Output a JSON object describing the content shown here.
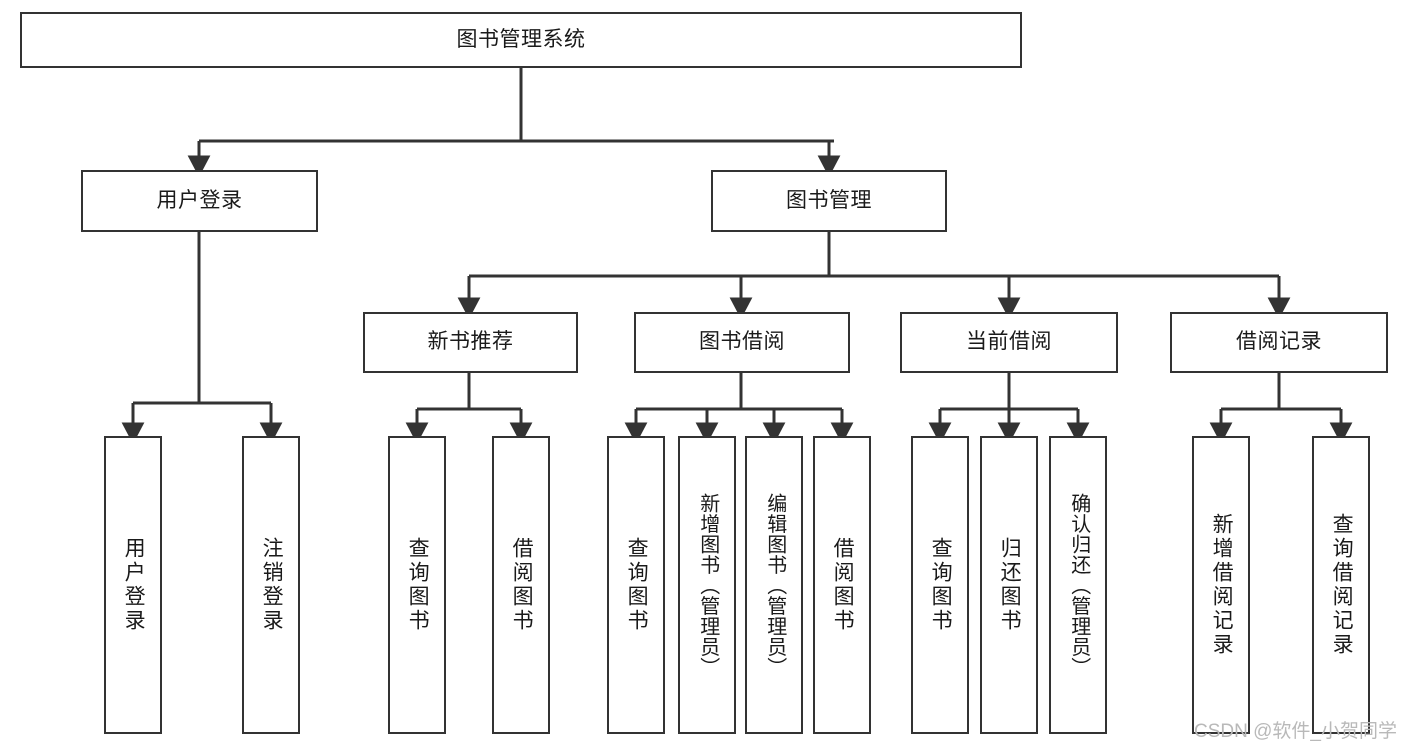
{
  "diagram": {
    "title": "图书管理系统",
    "type": "tree-hierarchy-diagram",
    "colors": {
      "box_border": "#333333",
      "box_fill": "#ffffff",
      "edge": "#333333",
      "text": "#1a1a1a",
      "watermark": "#b9b9b9"
    },
    "root": {
      "id": "root",
      "label": "图书管理系统"
    },
    "level2": [
      {
        "id": "user-login",
        "label": "用户登录"
      },
      {
        "id": "book-manage",
        "label": "图书管理"
      }
    ],
    "level3": [
      {
        "id": "new-book-rec",
        "label": "新书推荐"
      },
      {
        "id": "book-borrow",
        "label": "图书借阅"
      },
      {
        "id": "current-borrow",
        "label": "当前借阅"
      },
      {
        "id": "borrow-record",
        "label": "借阅记录"
      }
    ],
    "leaves": {
      "user-login": [
        {
          "id": "leaf-user-login",
          "label": "用户登录"
        },
        {
          "id": "leaf-logout-login",
          "label": "注销登录"
        }
      ],
      "new-book-rec": [
        {
          "id": "leaf-query-book-1",
          "label": "查询图书"
        },
        {
          "id": "leaf-borrow-book-1",
          "label": "借阅图书"
        }
      ],
      "book-borrow": [
        {
          "id": "leaf-query-book-2",
          "label": "查询图书"
        },
        {
          "id": "leaf-add-book-admin",
          "label": "新增图书（管理员）"
        },
        {
          "id": "leaf-edit-book-admin",
          "label": "编辑图书（管理员）"
        },
        {
          "id": "leaf-borrow-book-2",
          "label": "借阅图书"
        }
      ],
      "current-borrow": [
        {
          "id": "leaf-query-book-3",
          "label": "查询图书"
        },
        {
          "id": "leaf-return-book",
          "label": "归还图书"
        },
        {
          "id": "leaf-confirm-return-admin",
          "label": "确认归还（管理员）"
        }
      ],
      "borrow-record": [
        {
          "id": "leaf-add-borrow-record",
          "label": "新增借阅记录"
        },
        {
          "id": "leaf-query-borrow-record",
          "label": "查询借阅记录"
        }
      ]
    }
  },
  "watermark": {
    "text": "CSDN @软件_小贺同学"
  }
}
